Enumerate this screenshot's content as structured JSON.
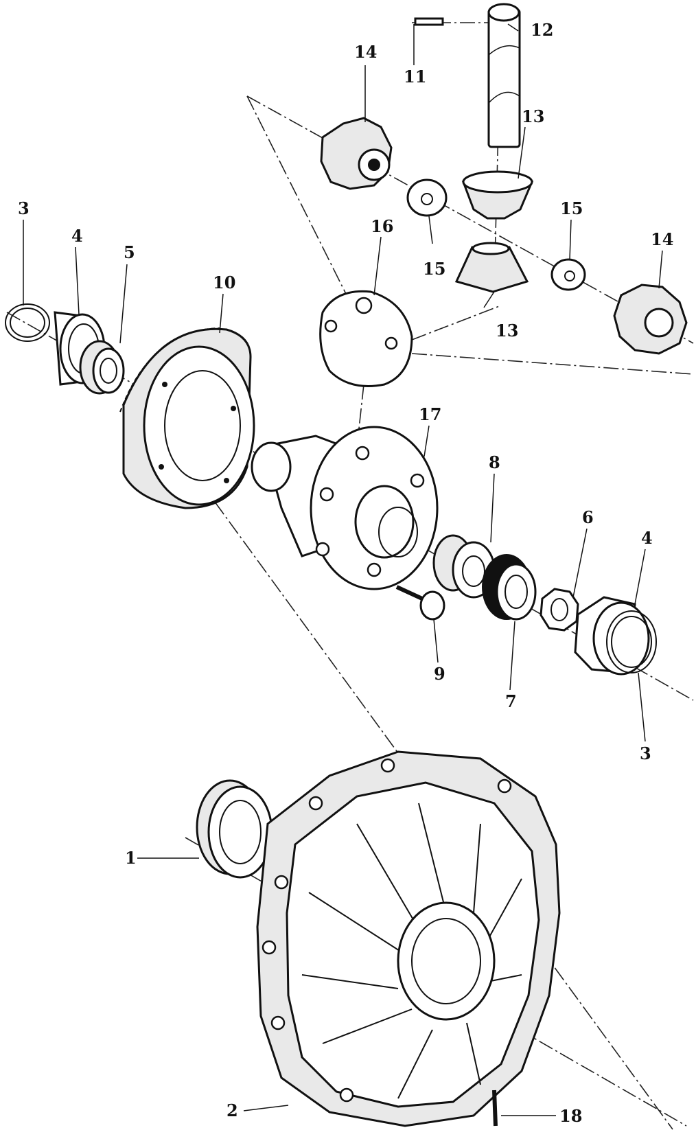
{
  "diagram": {
    "type": "exploded-assembly",
    "labels": [
      {
        "id": "c1",
        "text": "12"
      },
      {
        "id": "c2",
        "text": "11"
      },
      {
        "id": "c3",
        "text": "14"
      },
      {
        "id": "c4",
        "text": "13"
      },
      {
        "id": "c5",
        "text": "15"
      },
      {
        "id": "c6",
        "text": "3"
      },
      {
        "id": "c7",
        "text": "16"
      },
      {
        "id": "c8",
        "text": "4"
      },
      {
        "id": "c9",
        "text": "5"
      },
      {
        "id": "c10",
        "text": "15"
      },
      {
        "id": "c11",
        "text": "14"
      },
      {
        "id": "c12",
        "text": "10"
      },
      {
        "id": "c13",
        "text": "13"
      },
      {
        "id": "c14",
        "text": "17"
      },
      {
        "id": "c15",
        "text": "8"
      },
      {
        "id": "c16",
        "text": "6"
      },
      {
        "id": "c17",
        "text": "4"
      },
      {
        "id": "c18",
        "text": "9"
      },
      {
        "id": "c19",
        "text": "7"
      },
      {
        "id": "c20",
        "text": "3"
      },
      {
        "id": "c21",
        "text": "1"
      },
      {
        "id": "c22",
        "text": "2"
      },
      {
        "id": "c23",
        "text": "18"
      }
    ]
  }
}
